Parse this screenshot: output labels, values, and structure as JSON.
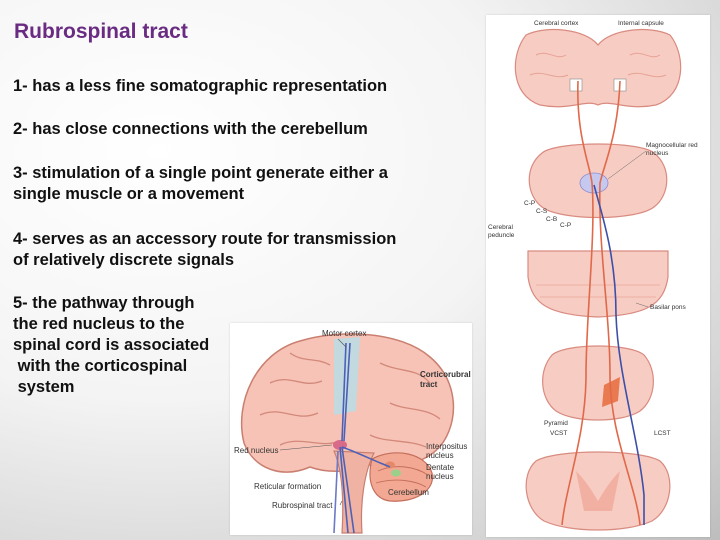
{
  "slide": {
    "title": "Rubrospinal tract",
    "points": [
      "1- has a less fine somatographic representation",
      "2- has close connections with the cerebellum",
      "3- stimulation of a single point generate either a\nsingle muscle or a movement",
      "4- serves as an accessory route for transmission\nof relatively discrete signals",
      "5- the pathway through\nthe red nucleus to the\nspinal cord is associated\n with the corticospinal\n system"
    ]
  },
  "brain_figure": {
    "labels": {
      "motor_cortex": "Motor cortex",
      "corticorubral_1": "Corticorubral",
      "corticorubral_2": "tract",
      "red_nucleus": "Red nucleus",
      "interpositus_1": "Interpositus",
      "interpositus_2": "nucleus",
      "dentate_1": "Dentate",
      "dentate_2": "nucleus",
      "reticular": "Reticular formation",
      "cerebellum": "Cerebellum",
      "rubrospinal": "Rubrospinal tract"
    }
  },
  "tract_figure": {
    "labels": {
      "cerebral_cortex": "Cerebral cortex",
      "internal_capsule": "Internal capsule",
      "magno_1": "Magnocellular red",
      "magno_2": "nucleus",
      "cp1": "C-P",
      "cs": "C-S",
      "cb": "C-B",
      "cp2": "C-P",
      "peduncle_1": "Cerebral",
      "peduncle_2": "peduncle",
      "basilar_pons": "Basilar pons",
      "pyramid": "Pyramid",
      "vcst": "VCST",
      "lcst": "LCST"
    }
  },
  "colors": {
    "title": "#6a2c82",
    "text": "#111111",
    "tissue": "#f7c8c0",
    "tissue_stroke": "#d98b80",
    "tract_red": "#e0694a",
    "tract_blue": "#3d4fa8"
  }
}
